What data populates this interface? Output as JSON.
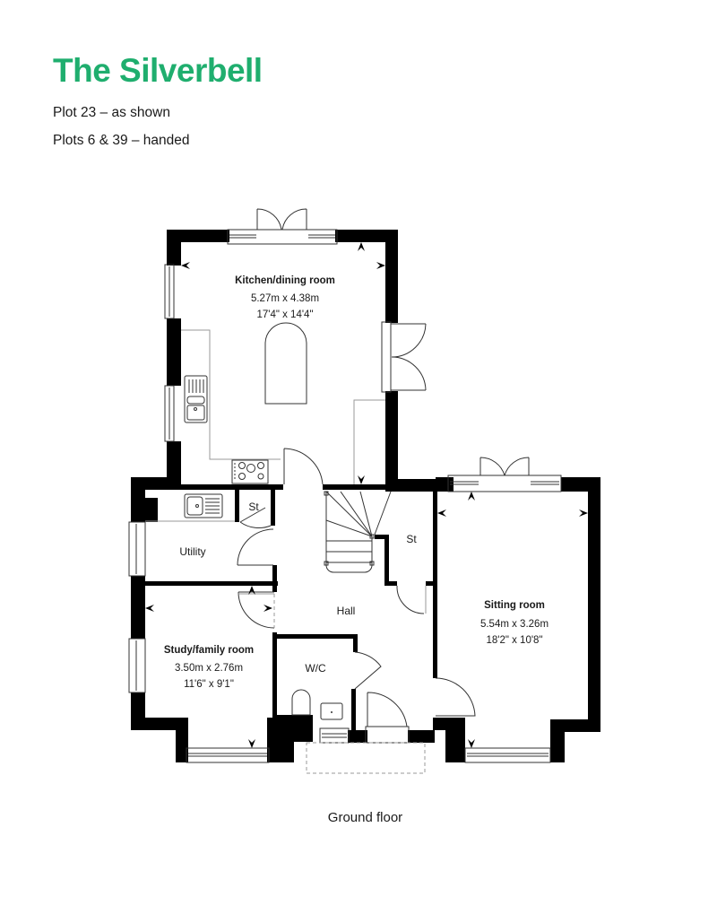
{
  "header": {
    "title": "The Silverbell",
    "subtitle_1": "Plot 23 – as shown",
    "subtitle_2": "Plots 6 & 39 – handed"
  },
  "plan": {
    "caption": "Ground floor",
    "accent_color": "#1fae6e",
    "rooms": {
      "kitchen": {
        "name": "Kitchen/dining room",
        "metric": "5.27m x 4.38m",
        "imperial": "17'4\" x 14'4\""
      },
      "utility": {
        "name": "Utility"
      },
      "store_utility": {
        "name": "St"
      },
      "store_hall": {
        "name": "St"
      },
      "hall": {
        "name": "Hall"
      },
      "wc": {
        "name": "W/C"
      },
      "study": {
        "name": "Study/family room",
        "metric": "3.50m x 2.76m",
        "imperial": "11'6\" x 9'1\""
      },
      "sitting": {
        "name": "Sitting room",
        "metric": "5.54m x 3.26m",
        "imperial": "18'2\" x 10'8\""
      }
    }
  }
}
